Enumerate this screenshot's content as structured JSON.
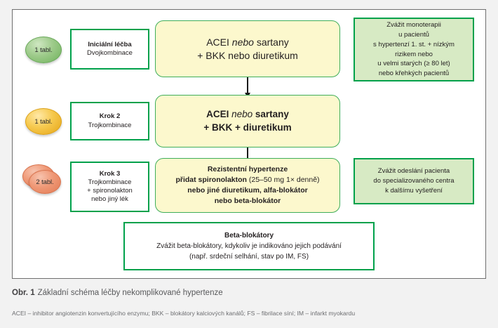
{
  "figure": {
    "caption_number": "Obr. 1",
    "caption_text": "Základní schéma léčby nekomplikované hypertenze",
    "legend": "ACEI – inhibitor angiotenzin konvertujícího enzymu; BKK – blokátory kalciových kanálů; FS – fibrilace síní; IM – infarkt myokardu"
  },
  "colors": {
    "green_border": "#00a14b",
    "yellow_fill": "#fcf8cd",
    "yellow_border": "#3fae5a",
    "note_fill": "#d7eac4",
    "tablet_green": "#6fb25b",
    "tablet_yellow": "#f6c94e",
    "tablet_red": "#ef9977",
    "frame_border": "#6f6f6f",
    "page_background": "#f2f2f2",
    "arrow": "#1a1a1a"
  },
  "rows": [
    {
      "tablet": {
        "label": "1 tabl.",
        "color": "green",
        "count": 1
      },
      "step": {
        "title": "Iniciální léčba",
        "subtitle": "Dvojkombinace"
      },
      "treatment": {
        "line1_a": "ACEI ",
        "line1_italic": "nebo",
        "line1_b": " sartany",
        "line2": "+ BKK nebo diuretikum"
      },
      "note": [
        "Zvážit monoterapii",
        "u pacientů",
        "s hypertenzí 1. st. +  nízkým",
        "rizikem nebo",
        "u velmi starých (≥ 80 let)",
        "nebo křehkých pacientů"
      ]
    },
    {
      "tablet": {
        "label": "1 tabl.",
        "color": "yellow",
        "count": 1
      },
      "step": {
        "title": "Krok 2",
        "subtitle": "Trojkombinace"
      },
      "treatment": {
        "line1_a": "ACEI ",
        "line1_italic": "nebo",
        "line1_b": " sartany",
        "line2": "+ BKK + diuretikum"
      },
      "note": []
    },
    {
      "tablet": {
        "label": "2 tabl.",
        "color": "red",
        "count": 2
      },
      "step": {
        "title": "Krok 3",
        "subtitle": "Trojkombinace",
        "line3": "+ spironolakton",
        "line4": "nebo jiný lék"
      },
      "treatment": {
        "line1": "Rezistentní hypertenze",
        "line2_a": "přidat spironolakton ",
        "line2_regular": "(25–50 mg 1× denně)",
        "line3": "nebo jiné diuretikum, alfa-blokátor",
        "line4": "nebo beta-blokátor"
      },
      "note": [
        "Zvážit odeslání pacienta",
        "do specializovaného centra",
        "k dalšímu vyšetření"
      ]
    }
  ],
  "beta_box": {
    "title": "Beta-blokátory",
    "line2": "Zvážit beta-blokátory, kdykoliv je indikováno jejich podávání",
    "line3": "(např. srdeční selhání, stav po IM, FS)"
  }
}
